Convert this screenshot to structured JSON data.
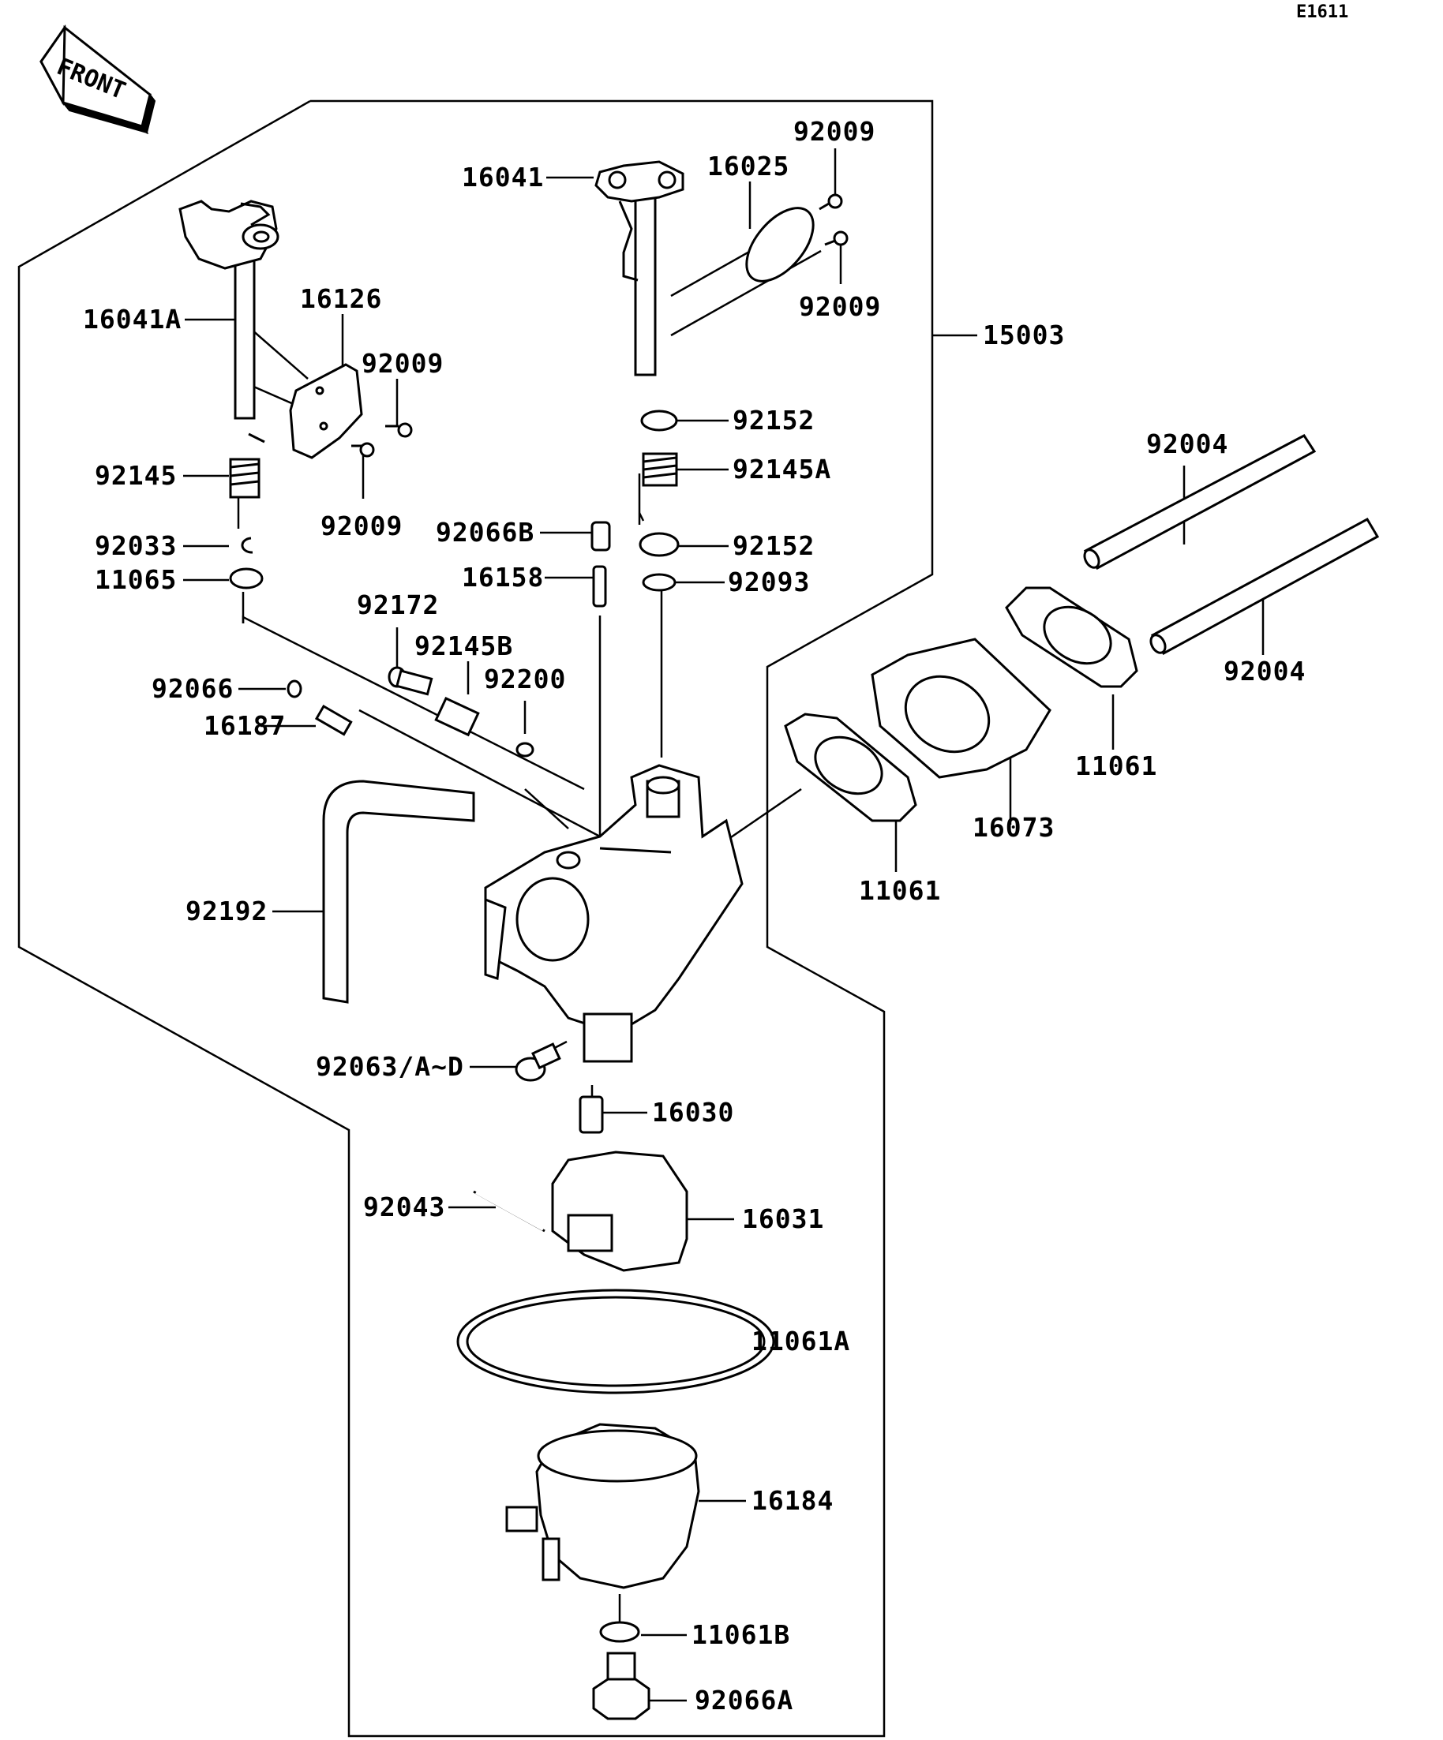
{
  "diagram_code": "E1611",
  "front_label": "FRONT",
  "parts": [
    {
      "key": "p15003",
      "number": "15003"
    },
    {
      "key": "p16041",
      "number": "16041"
    },
    {
      "key": "p16025",
      "number": "16025"
    },
    {
      "key": "p92009_a",
      "number": "92009"
    },
    {
      "key": "p92009_b",
      "number": "92009"
    },
    {
      "key": "p92009_c",
      "number": "92009"
    },
    {
      "key": "p92009_d",
      "number": "92009"
    },
    {
      "key": "p16041A",
      "number": "16041A"
    },
    {
      "key": "p16126",
      "number": "16126"
    },
    {
      "key": "p92152_a",
      "number": "92152"
    },
    {
      "key": "p92145A",
      "number": "92145A"
    },
    {
      "key": "p92066B",
      "number": "92066B"
    },
    {
      "key": "p92152_b",
      "number": "92152"
    },
    {
      "key": "p16158",
      "number": "16158"
    },
    {
      "key": "p92093",
      "number": "92093"
    },
    {
      "key": "p92145",
      "number": "92145"
    },
    {
      "key": "p92033",
      "number": "92033"
    },
    {
      "key": "p11065",
      "number": "11065"
    },
    {
      "key": "p92172",
      "number": "92172"
    },
    {
      "key": "p92145B",
      "number": "92145B"
    },
    {
      "key": "p92200",
      "number": "92200"
    },
    {
      "key": "p92066",
      "number": "92066"
    },
    {
      "key": "p16187",
      "number": "16187"
    },
    {
      "key": "p92004_a",
      "number": "92004"
    },
    {
      "key": "p92004_b",
      "number": "92004"
    },
    {
      "key": "p11061_a",
      "number": "11061"
    },
    {
      "key": "p16073",
      "number": "16073"
    },
    {
      "key": "p11061_b",
      "number": "11061"
    },
    {
      "key": "p92192",
      "number": "92192"
    },
    {
      "key": "p92063",
      "number": "92063/A~D"
    },
    {
      "key": "p16030",
      "number": "16030"
    },
    {
      "key": "p92043",
      "number": "92043"
    },
    {
      "key": "p16031",
      "number": "16031"
    },
    {
      "key": "p11061A",
      "number": "11061A"
    },
    {
      "key": "p16184",
      "number": "16184"
    },
    {
      "key": "p11061B",
      "number": "11061B"
    },
    {
      "key": "p92066A",
      "number": "92066A"
    }
  ]
}
